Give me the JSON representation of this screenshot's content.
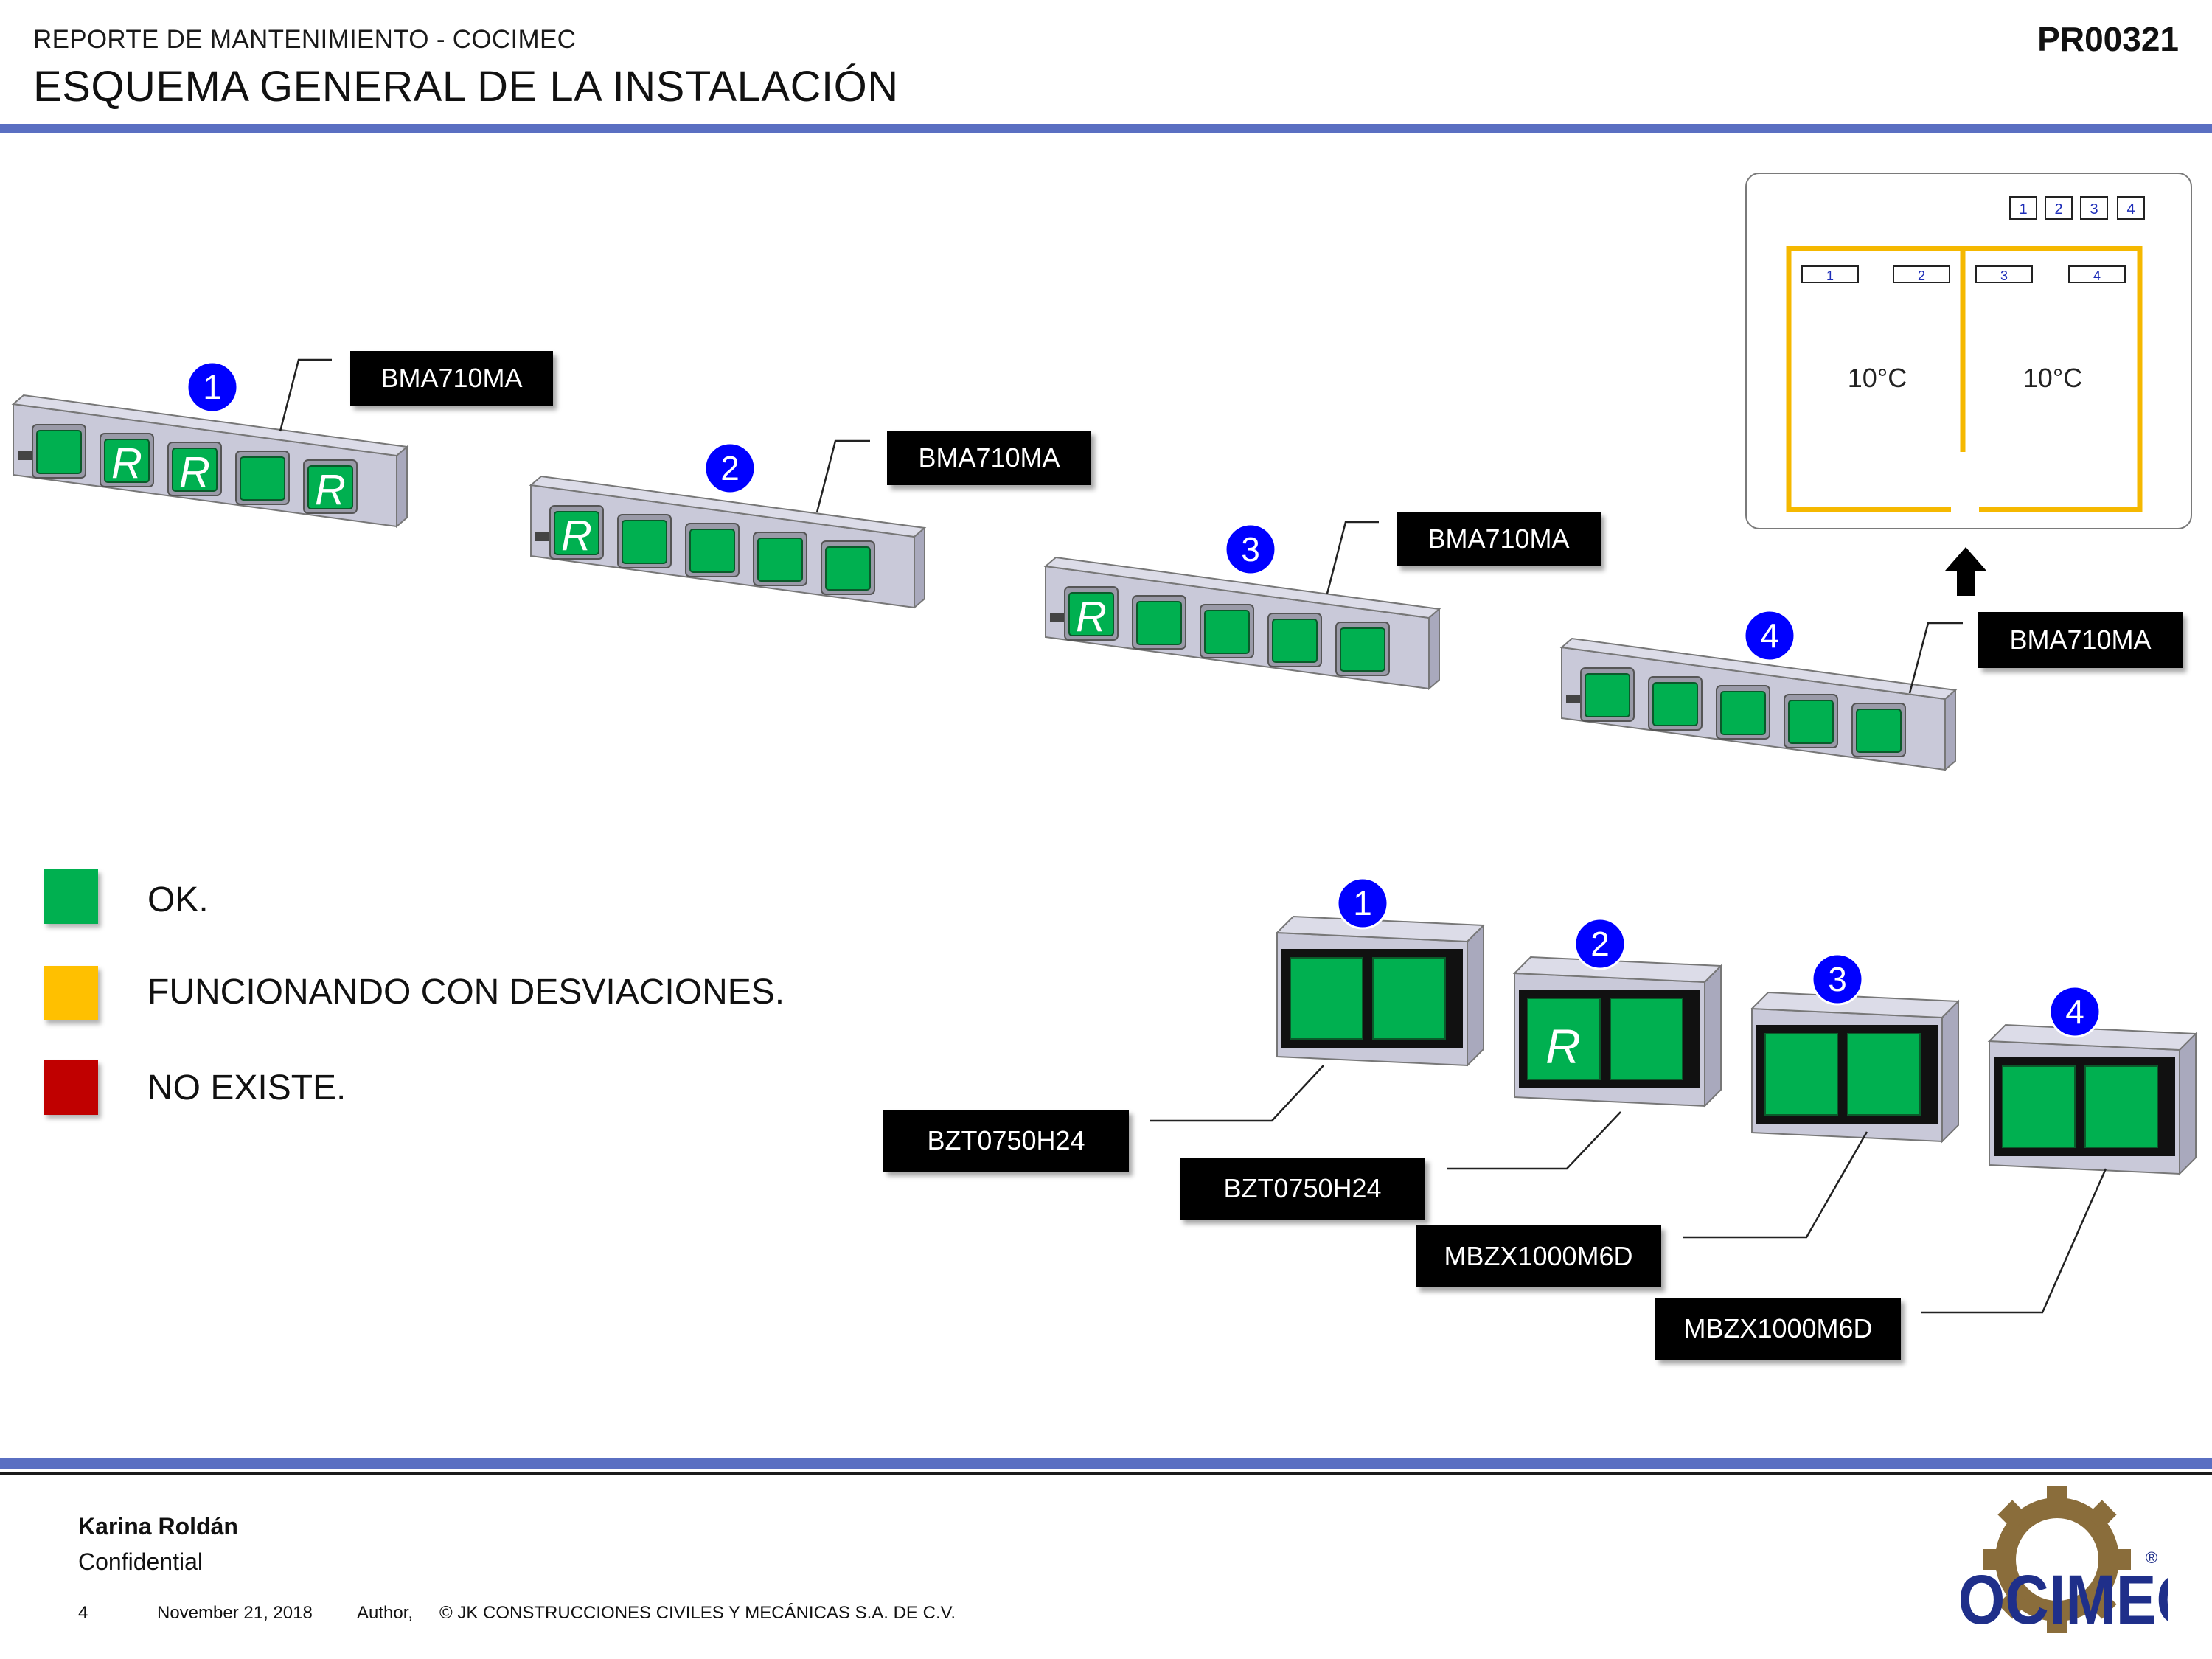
{
  "header": {
    "subtitle": "REPORTE DE MANTENIMIENTO - COCIMEC",
    "title": "ESQUEMA GENERAL DE LA INSTALACIÓN",
    "code": "PR00321"
  },
  "evaporators": [
    {
      "number": "1",
      "model": "BMA710MA",
      "fans": [
        "OK",
        "R",
        "R",
        "OK",
        "R"
      ]
    },
    {
      "number": "2",
      "model": "BMA710MA",
      "fans": [
        "R",
        "OK",
        "OK",
        "OK",
        "OK"
      ]
    },
    {
      "number": "3",
      "model": "BMA710MA",
      "fans": [
        "R",
        "OK",
        "OK",
        "OK",
        "OK"
      ]
    },
    {
      "number": "4",
      "model": "BMA710MA",
      "fans": [
        "OK",
        "OK",
        "OK",
        "OK",
        "OK"
      ]
    }
  ],
  "condensers": [
    {
      "number": "1",
      "model": "BZT0750H24",
      "fans": [
        "OK",
        "OK"
      ]
    },
    {
      "number": "2",
      "model": "BZT0750H24",
      "fans": [
        "R",
        "OK"
      ]
    },
    {
      "number": "3",
      "model": "MBZX1000M6D",
      "fans": [
        "OK",
        "OK"
      ]
    },
    {
      "number": "4",
      "model": "MBZX1000M6D",
      "fans": [
        "OK",
        "OK"
      ]
    }
  ],
  "floor_plan": {
    "top_boxes": [
      "1",
      "2",
      "3",
      "4"
    ],
    "room_boxes": [
      "1",
      "2",
      "3",
      "4"
    ],
    "rooms": [
      {
        "temperature": "10°C"
      },
      {
        "temperature": "10°C"
      }
    ]
  },
  "legend": [
    {
      "color": "#00b050",
      "label": "OK."
    },
    {
      "color": "#ffc000",
      "label": "FUNCIONANDO CON DESVIACIONES."
    },
    {
      "color": "#c00000",
      "label": "NO EXISTE."
    }
  ],
  "colors": {
    "accent_bar": "#5a6fc2",
    "status_ok": "#00b050",
    "badge_blue": "#0000ff",
    "unit_body": "#c9c9d9",
    "room_outline": "#f5b800"
  },
  "footer": {
    "author_name": "Karina Roldán",
    "confidentiality": "Confidential",
    "page_number": "4",
    "date": "November 21, 2018",
    "author_label": "Author,",
    "copyright": "©  JK CONSTRUCCIONES CIVILES Y MECÁNICAS S.A. DE C.V.",
    "logo_text": "COCIMEC",
    "logo_mark": "®"
  }
}
